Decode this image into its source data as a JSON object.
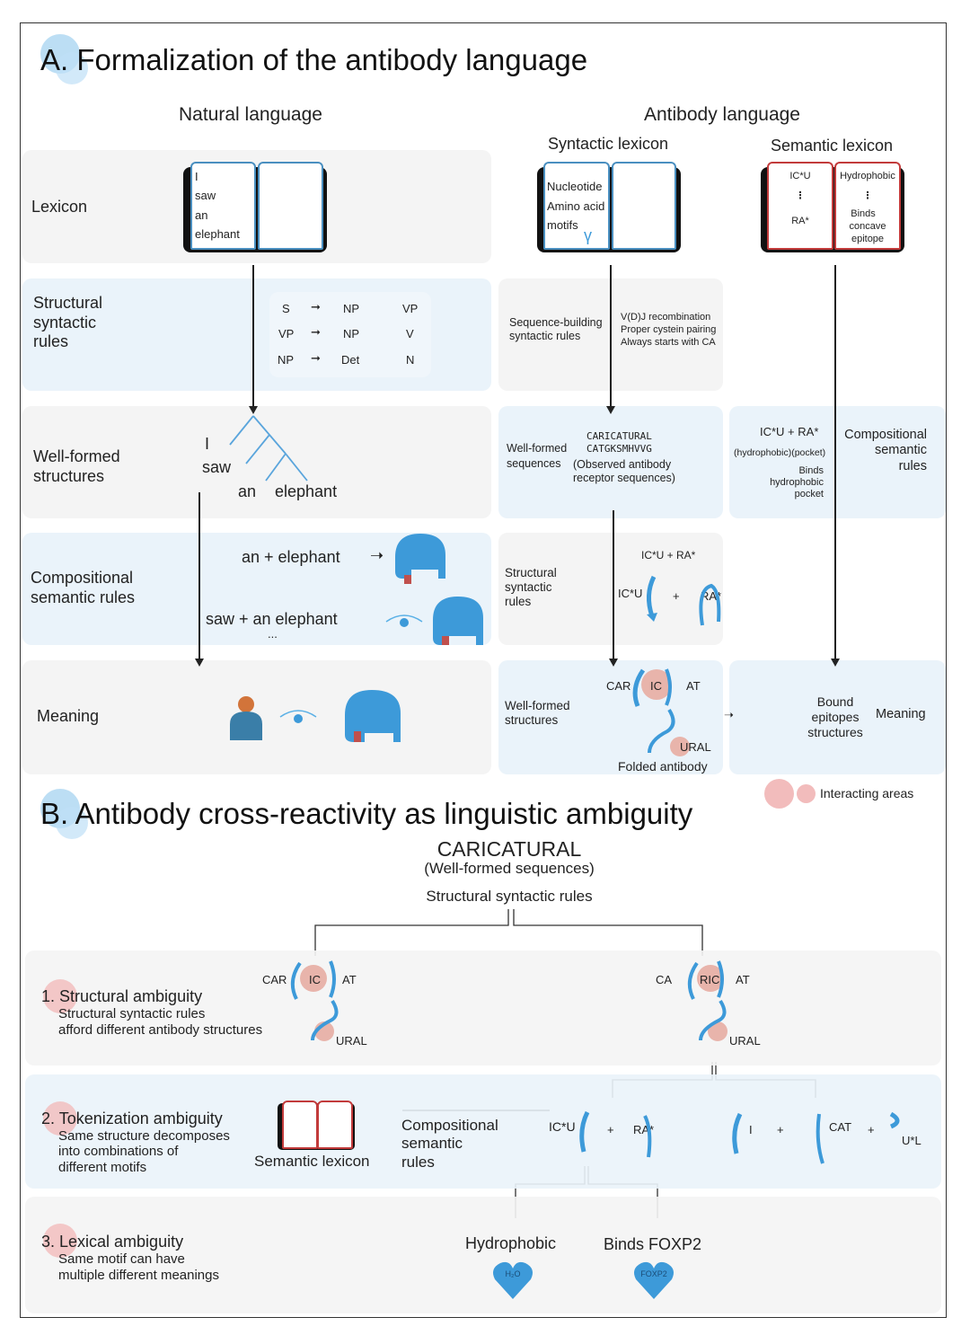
{
  "section_a": {
    "title": "A. Formalization of the antibody language",
    "natural_language": "Natural language",
    "antibody_language": "Antibody language",
    "syntactic_lexicon": "Syntactic lexicon",
    "semantic_lexicon": "Semantic lexicon",
    "rows": [
      "Lexicon",
      "Structural\nsyntactic\nrules",
      "Well-formed\nstructures",
      "Compositional\nsemantic rules",
      "Meaning"
    ],
    "nl_lexicon_words": [
      "I",
      "saw",
      "an",
      "elephant"
    ],
    "nl_rules": [
      [
        "S",
        "NP",
        "VP"
      ],
      [
        "VP",
        "NP",
        "V"
      ],
      [
        "NP",
        "Det",
        "N"
      ]
    ],
    "nl_tree_words": [
      "I",
      "saw",
      "an",
      "elephant"
    ],
    "nl_comp": [
      "an + elephant",
      "saw + an elephant",
      "..."
    ],
    "syn_lexicon_words": [
      "Nucleotide",
      "Amino acid",
      "motifs"
    ],
    "sem_lexicon_left": [
      "IC*U",
      "⋮",
      "RA*"
    ],
    "sem_lexicon_right": [
      "Hydrophobic",
      "⋮",
      "Binds",
      "concave",
      "epitope"
    ],
    "seq_rules_label": "Sequence-building\nsyntactic rules",
    "seq_rules": [
      "V(D)J recombination",
      "Proper cystein pairing",
      "Always starts with CA"
    ],
    "wf_seq_label": "Well-formed\nsequences",
    "wf_seqs": [
      "CARICATURAL",
      "CATGKSMHVVG"
    ],
    "wf_seq_note": "(Observed antibody\nreceptor sequences)",
    "comp_sem_formula": "IC*U + RA*",
    "comp_sem_sub": "(hydrophobic)(pocket)",
    "comp_sem_result": "Binds\nhydrophobic\npocket",
    "comp_sem_label": "Compositional\nsemantic\nrules",
    "struct_syn_label": "Structural\nsyntactic\nrules",
    "struct_formula": "IC*U + RA*",
    "struct_parts": [
      "IC*U",
      "+",
      "RA*"
    ],
    "wf_struct_label": "Well-formed\nstructures",
    "fold_labels": [
      "CAR",
      "IC",
      "AT",
      "URAL"
    ],
    "folded_antibody": "Folded antibody",
    "meaning_right": "Bound\nepitopes\nstructures",
    "meaning_label": "Meaning",
    "legend": "Interacting areas"
  },
  "section_b": {
    "title": "B. Antibody cross-reactivity as linguistic ambiguity",
    "word": "CARICATURAL",
    "word_sub": "(Well-formed sequences)",
    "rules": "Structural syntactic rules",
    "amb1_title": "1. Structural ambiguity",
    "amb1_desc": "Same structure decomposes\u0000",
    "amb1_lines": [
      "Structural syntactic rules",
      "afford different antibody structures"
    ],
    "fold1": [
      "CAR",
      "IC",
      "AT",
      "URAL"
    ],
    "fold2": [
      "CA",
      "RIC",
      "AT",
      "URAL"
    ],
    "amb2_title": "2. Tokenization ambiguity",
    "amb2_lines": [
      "Same structure decomposes",
      "into combinations of",
      "different motifs"
    ],
    "semantic_lexicon": "Semantic lexicon",
    "comp_rules": "Compositional\nsemantic\nrules",
    "tok1": [
      "IC*U",
      "+",
      "RA*"
    ],
    "tok2": [
      "I",
      "+",
      "CAT",
      "+",
      "U*L"
    ],
    "amb3_title": "3. Lexical ambiguity",
    "amb3_lines": [
      "Same motif can have",
      "multiple different meanings"
    ],
    "meanings": [
      "Hydrophobic",
      "Binds FOXP2"
    ],
    "heart_labels": [
      "H₂O",
      "FOXP2"
    ]
  },
  "colors": {
    "blue": "#3d9ad9",
    "red": "#e8a5a5",
    "panel_gray": "#f4f4f4",
    "panel_blue": "#eaf3fa",
    "book_red": "#c23b3b"
  }
}
